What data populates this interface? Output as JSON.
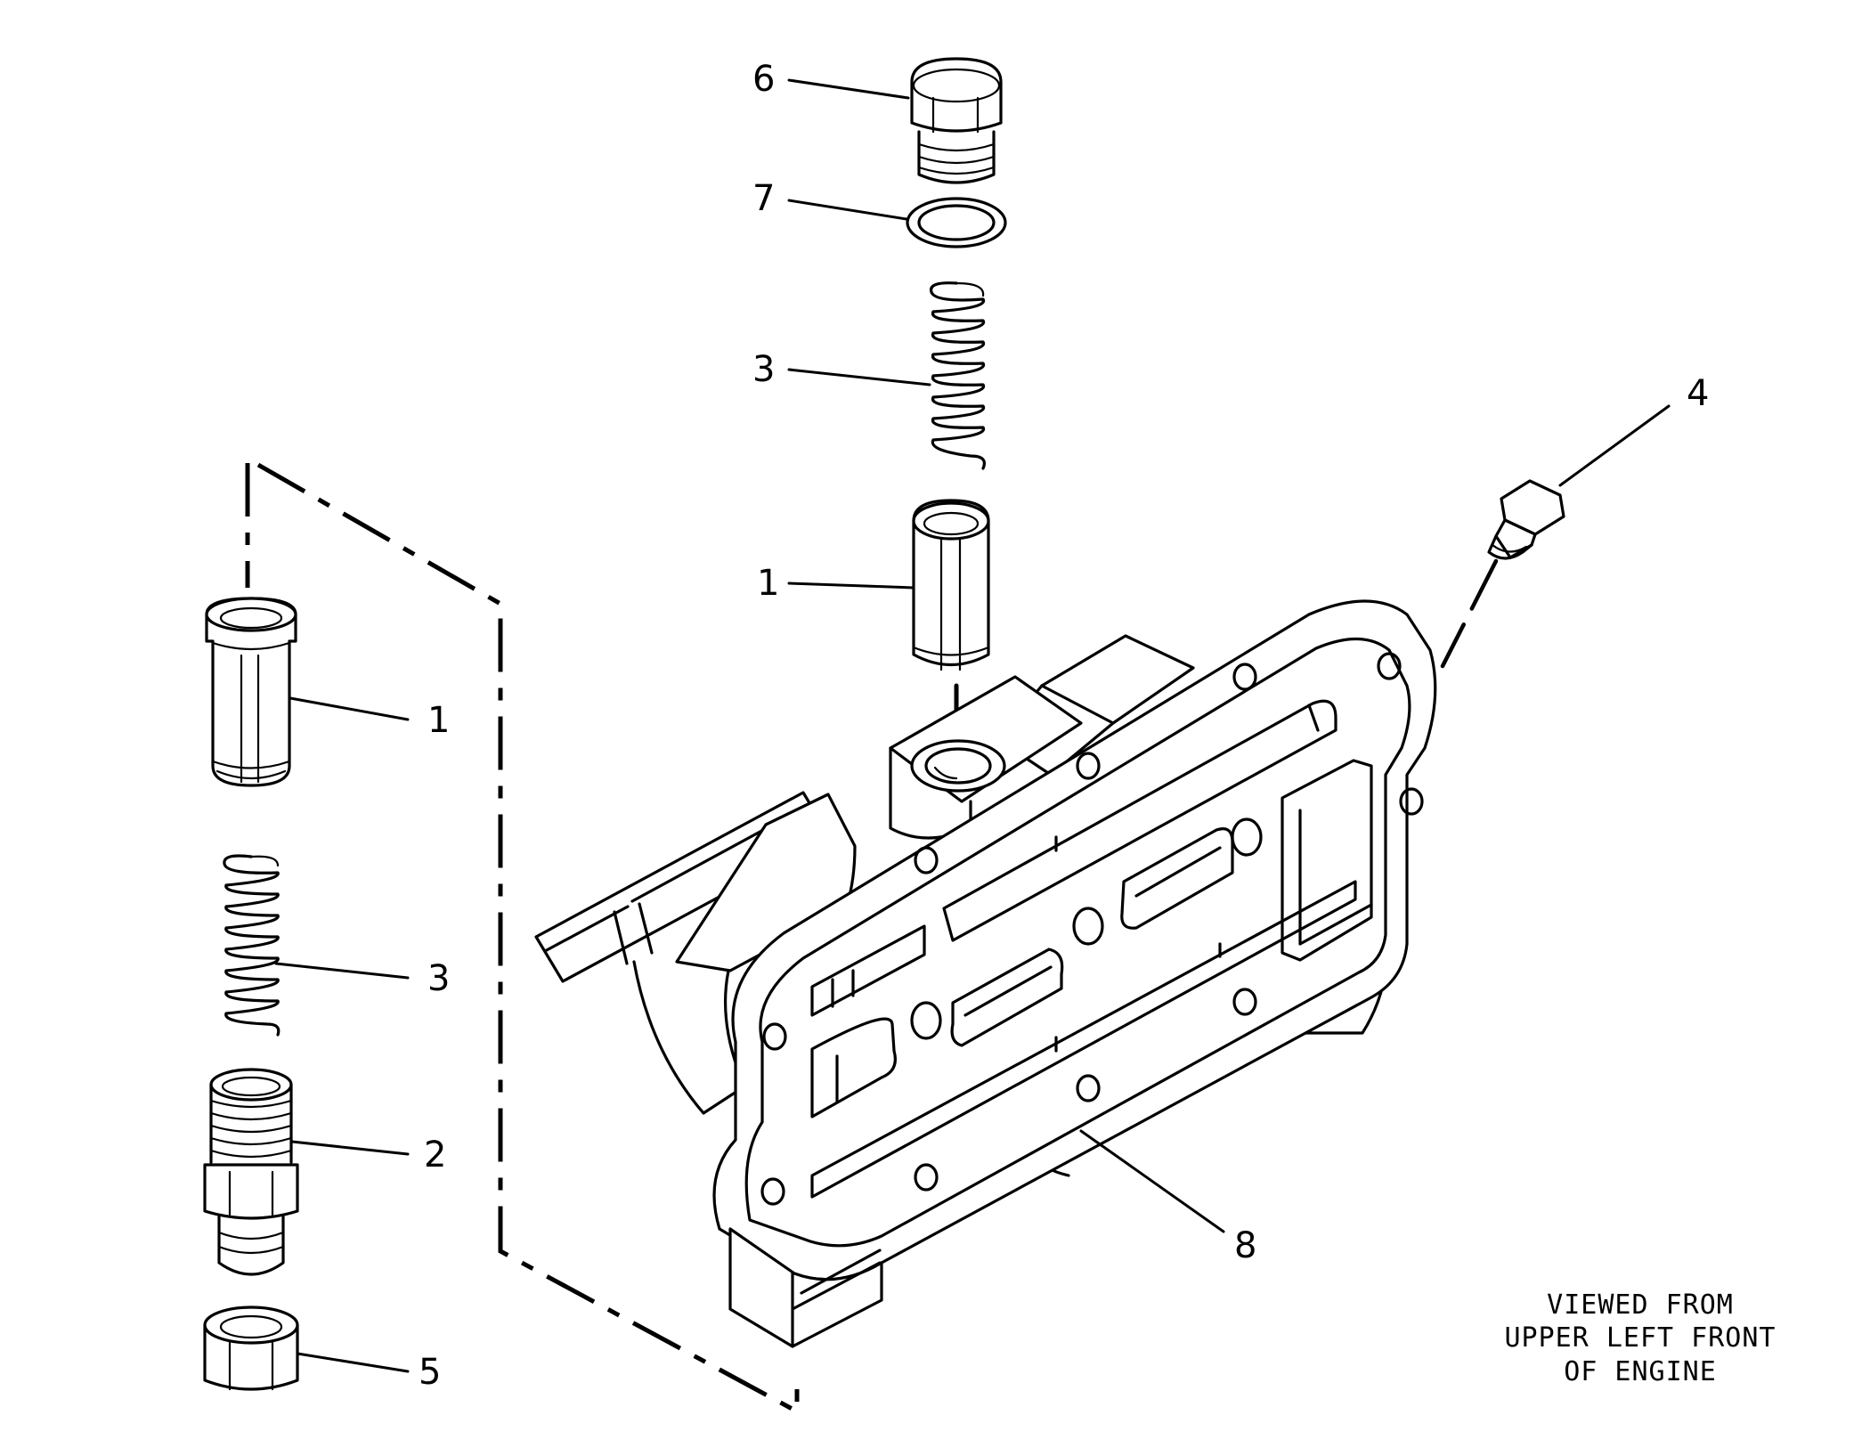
{
  "callouts": {
    "c6": "6",
    "c7": "7",
    "c3_top": "3",
    "c1_top": "1",
    "c4": "4",
    "c1_left": "1",
    "c3_left": "3",
    "c2": "2",
    "c5": "5",
    "c8": "8"
  },
  "view_note": {
    "line1": "VIEWED FROM",
    "line2": "UPPER LEFT FRONT",
    "line3": "OF ENGINE"
  }
}
